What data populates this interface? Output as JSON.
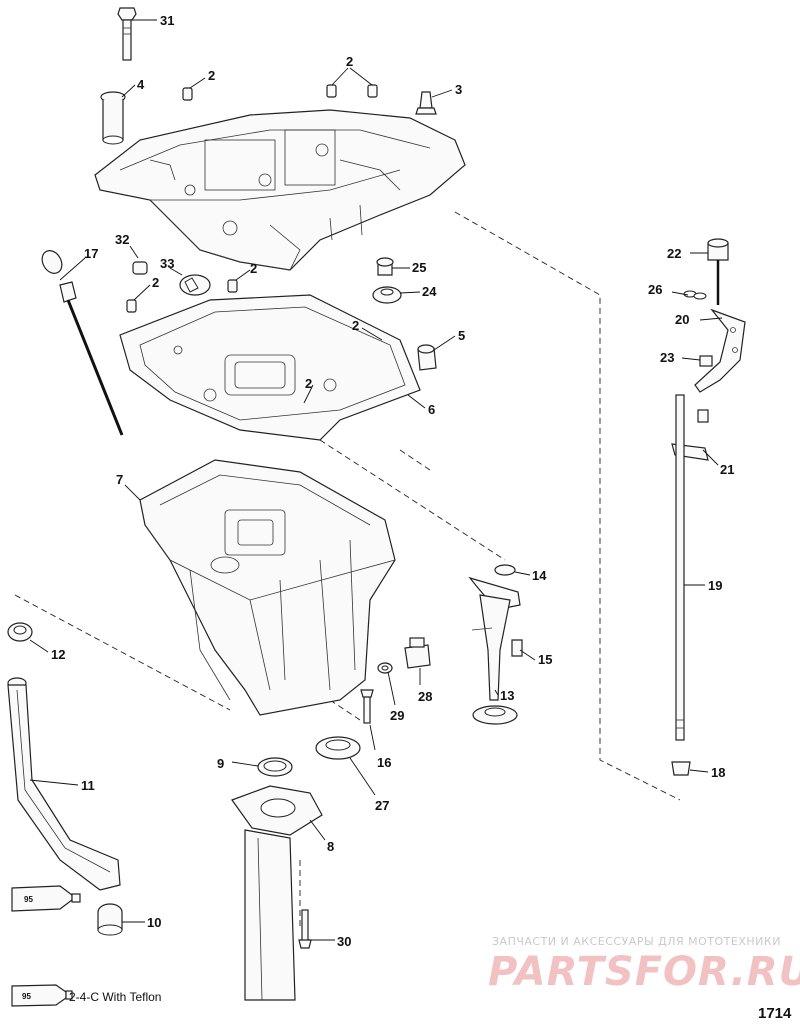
{
  "diagram": {
    "figure_number": "1714",
    "callouts": [
      {
        "id": "c31",
        "text": "31"
      },
      {
        "id": "c4",
        "text": "4"
      },
      {
        "id": "c2a",
        "text": "2"
      },
      {
        "id": "c2b",
        "text": "2"
      },
      {
        "id": "c3",
        "text": "3"
      },
      {
        "id": "c32",
        "text": "32"
      },
      {
        "id": "c17",
        "text": "17"
      },
      {
        "id": "c33",
        "text": "33"
      },
      {
        "id": "c2c",
        "text": "2"
      },
      {
        "id": "c2d",
        "text": "2"
      },
      {
        "id": "c25",
        "text": "25"
      },
      {
        "id": "c24",
        "text": "24"
      },
      {
        "id": "c2e",
        "text": "2"
      },
      {
        "id": "c5",
        "text": "5"
      },
      {
        "id": "c2f",
        "text": "2"
      },
      {
        "id": "c6",
        "text": "6"
      },
      {
        "id": "c22",
        "text": "22"
      },
      {
        "id": "c26",
        "text": "26"
      },
      {
        "id": "c20",
        "text": "20"
      },
      {
        "id": "c23",
        "text": "23"
      },
      {
        "id": "c21",
        "text": "21"
      },
      {
        "id": "c7",
        "text": "7"
      },
      {
        "id": "c14",
        "text": "14"
      },
      {
        "id": "c19",
        "text": "19"
      },
      {
        "id": "c12",
        "text": "12"
      },
      {
        "id": "c15",
        "text": "15"
      },
      {
        "id": "c28",
        "text": "28"
      },
      {
        "id": "c13",
        "text": "13"
      },
      {
        "id": "c29",
        "text": "29"
      },
      {
        "id": "c11",
        "text": "11"
      },
      {
        "id": "c9",
        "text": "9"
      },
      {
        "id": "c16",
        "text": "16"
      },
      {
        "id": "c18",
        "text": "18"
      },
      {
        "id": "c27",
        "text": "27"
      },
      {
        "id": "c8",
        "text": "8"
      },
      {
        "id": "c10",
        "text": "10"
      },
      {
        "id": "c30",
        "text": "30"
      }
    ]
  },
  "tube_label": "95",
  "legend": {
    "tube_label": "95",
    "text": "2-4-C With Teflon"
  },
  "watermark": {
    "tagline": "ЗАПЧАСТИ И АКСЕССУАРЫ ДЛЯ МОТОТЕХНИКИ",
    "brand": "PARTSFOR.RU"
  }
}
